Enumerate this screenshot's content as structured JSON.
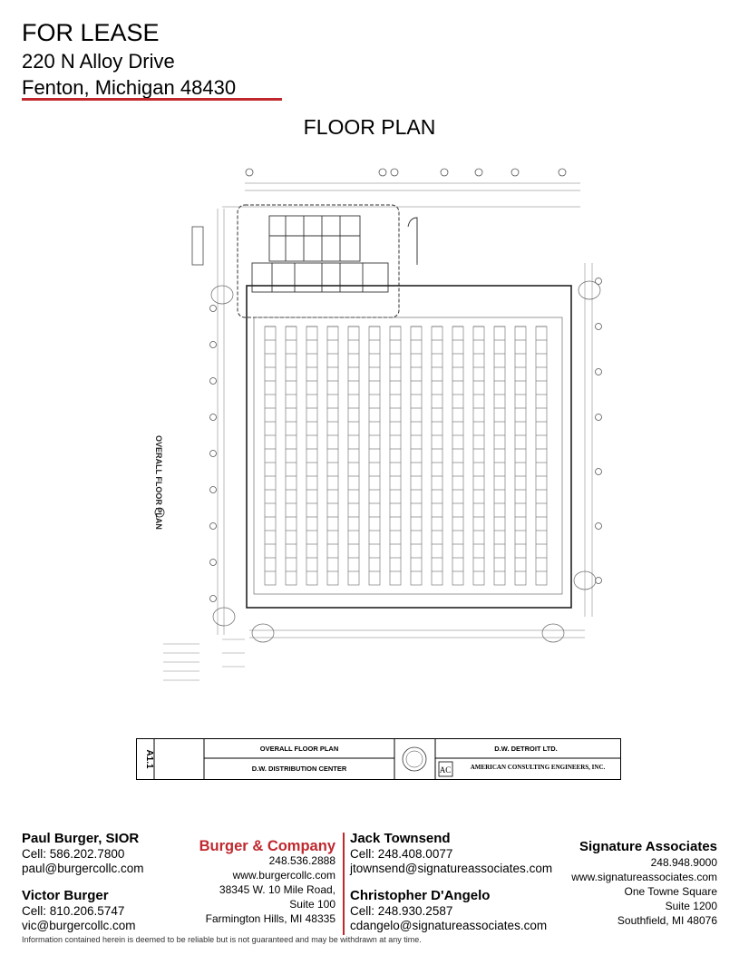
{
  "header": {
    "title": "FOR LEASE",
    "address_line1": "220 N Alloy Drive",
    "address_line2": "Fenton, Michigan 48430",
    "accent_color": "#c0282e"
  },
  "floor_plan_heading": "FLOOR PLAN",
  "drawing": {
    "side_title": "OVERALL FLOOR PLAN",
    "sheet_number": "A1.1",
    "title_block": {
      "sheet_title": "OVERALL FLOOR PLAN",
      "project": "D.W. DISTRIBUTION CENTER",
      "owner": "D.W. DETROIT LTD.",
      "firm": "AMERICAN CONSULTING ENGINEERS, INC.",
      "firm_logo": "AC"
    }
  },
  "contacts": {
    "left": [
      {
        "name": "Paul Burger, SIOR",
        "cell": "Cell: 586.202.7800",
        "email": "paul@burgercollc.com"
      },
      {
        "name": "Victor Burger",
        "cell": "Cell: 810.206.5747",
        "email": "vic@burgercollc.com"
      }
    ],
    "burger_company": {
      "name": "Burger & Company",
      "phone": "248.536.2888",
      "web": "www.burgercollc.com",
      "addr1": "38345 W. 10 Mile Road,",
      "addr2": "Suite 100",
      "addr3": "Farmington Hills, MI 48335"
    },
    "signature_people": [
      {
        "name": "Jack Townsend",
        "cell": "Cell: 248.408.0077",
        "email": "jtownsend@signatureassociates.com"
      },
      {
        "name": "Christopher D'Angelo",
        "cell": "Cell: 248.930.2587",
        "email": "cdangelo@signatureassociates.com"
      }
    ],
    "signature_company": {
      "name": "Signature Associates",
      "phone": "248.948.9000",
      "web": "www.signatureassociates.com",
      "addr1": "One Towne Square",
      "addr2": "Suite 1200",
      "addr3": "Southfield, MI 48076"
    }
  },
  "disclaimer": "Information contained herein is deemed to be reliable but is not guaranteed and may be withdrawn at any time."
}
